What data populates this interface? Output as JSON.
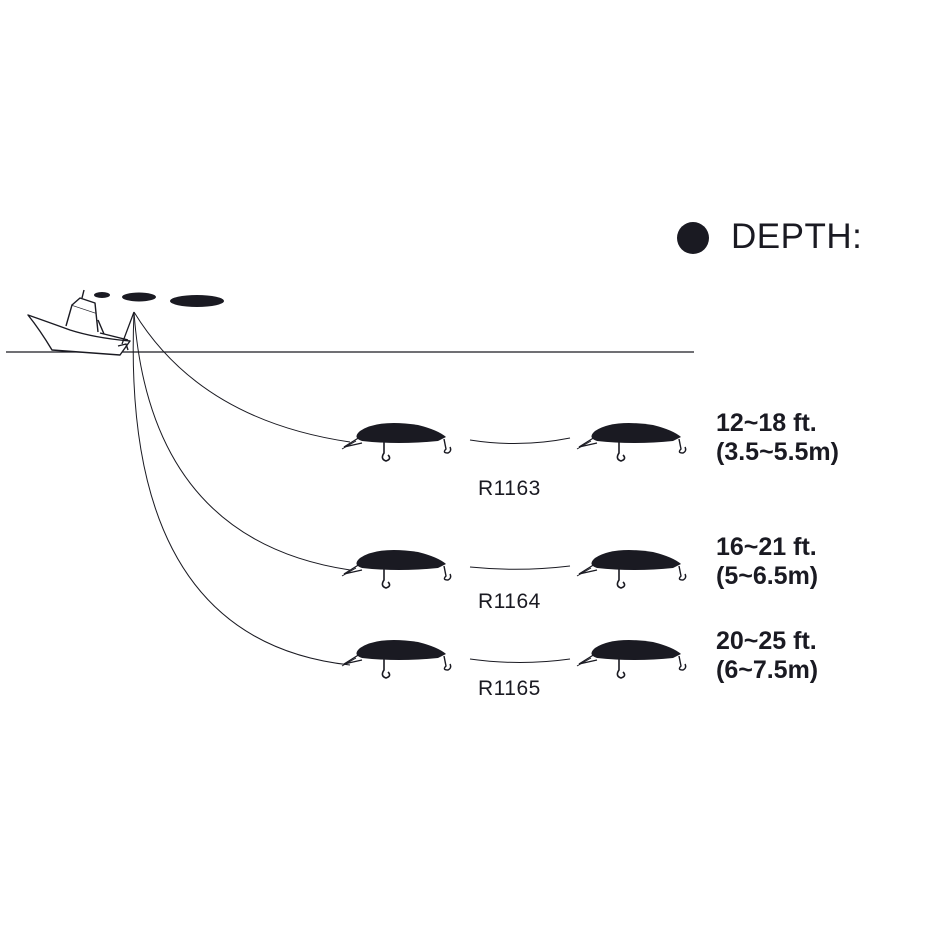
{
  "legend": {
    "label": "DEPTH:",
    "icon": "filled-circle-icon",
    "color": "#1a1a22"
  },
  "lures": [
    {
      "model": "R1163",
      "depth_ft": "12~18 ft.",
      "depth_m": "(3.5~5.5m)"
    },
    {
      "model": "R1164",
      "depth_ft": "16~21 ft.",
      "depth_m": "(5~6.5m)"
    },
    {
      "model": "R1165",
      "depth_ft": "20~25 ft.",
      "depth_m": "(6~7.5m)"
    }
  ]
}
